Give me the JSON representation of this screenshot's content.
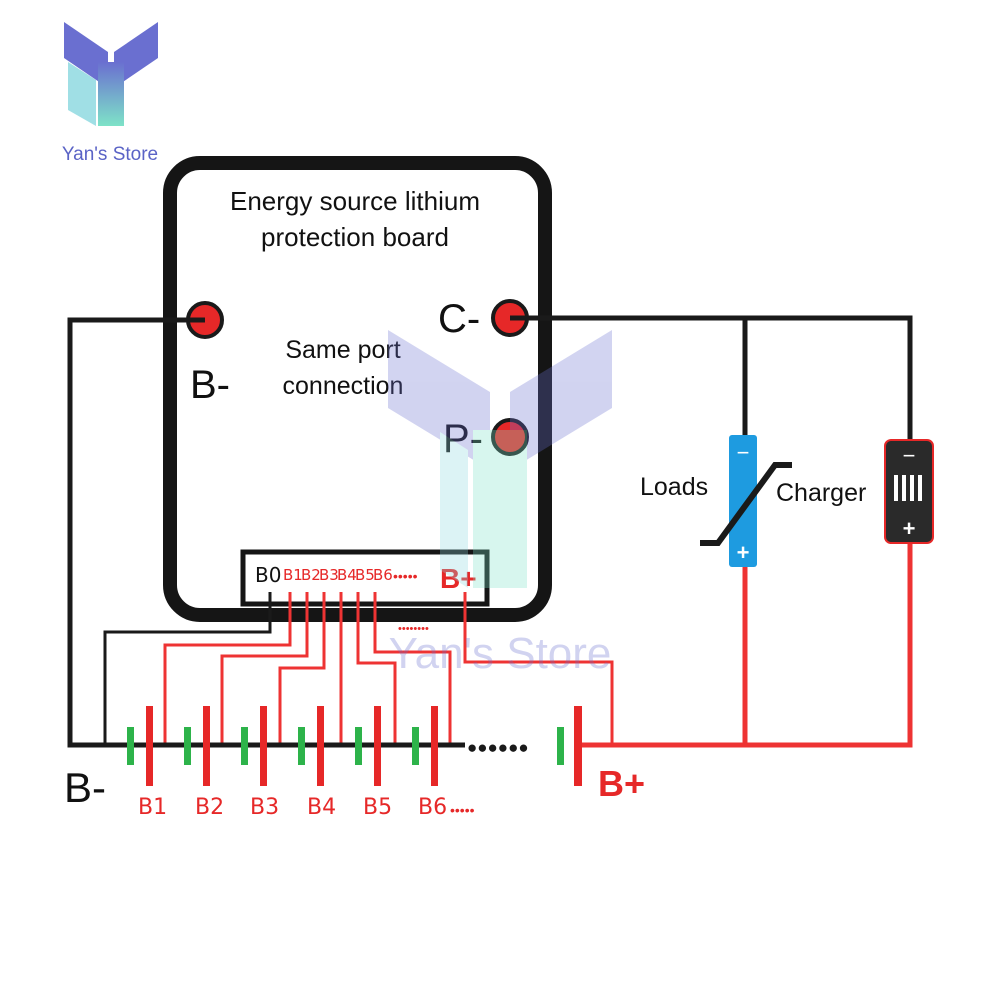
{
  "brand": {
    "name": "Yan's Store",
    "watermark": "Yan's Store",
    "logo_icon": "stylized-y-logo",
    "colors": {
      "logo_top": "#6a6fd0",
      "logo_bottom": "#7ee3c8",
      "logo_text": "#5a63c6"
    }
  },
  "board": {
    "title_line1": "Energy source lithium",
    "title_line2": "protection board",
    "note_line1": "Same port",
    "note_line2": "connection",
    "ports": {
      "b_minus": "B-",
      "c_minus": "C-",
      "p_minus": "P-"
    },
    "connector": {
      "pins": [
        "B0",
        "B1",
        "B2",
        "B3",
        "B4",
        "B5",
        "B6"
      ],
      "more": "•••••",
      "b_plus": "B+"
    }
  },
  "external": {
    "loads_label": "Loads",
    "charger_label": "Charger",
    "minus_sign": "−",
    "plus_sign": "+"
  },
  "battery": {
    "b_minus": "B-",
    "b_plus": "B+",
    "cells": [
      "B1",
      "B2",
      "B3",
      "B4",
      "B5",
      "B6"
    ],
    "cells_more": "•••••",
    "series_more": "●●●●●●",
    "sense_more": "••••••••"
  },
  "colors": {
    "wire_black": "#1a1a1a",
    "wire_red": "#ee3333",
    "terminal_red": "#e62828",
    "cell_green": "#2db34a",
    "load_blue": "#1e9be0",
    "charger_body": "#2a2a2a"
  }
}
